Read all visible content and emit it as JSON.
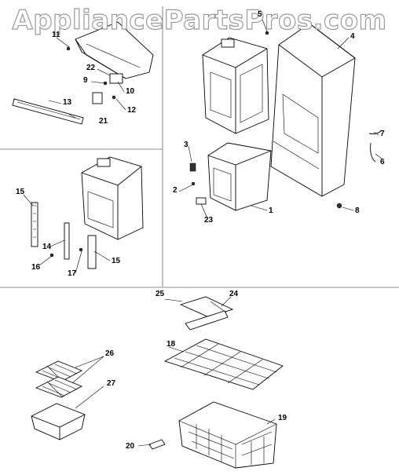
{
  "watermark": "AppliancePartsPros.com",
  "callouts": {
    "c1": "1",
    "c2": "2",
    "c3": "3",
    "c4": "4",
    "c5": "5",
    "c6": "6",
    "c7": "7",
    "c8": "8",
    "c9": "9",
    "c10": "10",
    "c11": "11",
    "c12": "12",
    "c13": "13",
    "c14": "14",
    "c15a": "15",
    "c15b": "15",
    "c16": "16",
    "c17": "17",
    "c18": "18",
    "c19": "19",
    "c20": "20",
    "c21": "21",
    "c22": "22",
    "c23": "23",
    "c24": "24",
    "c25": "25",
    "c26": "26",
    "c27": "27"
  }
}
